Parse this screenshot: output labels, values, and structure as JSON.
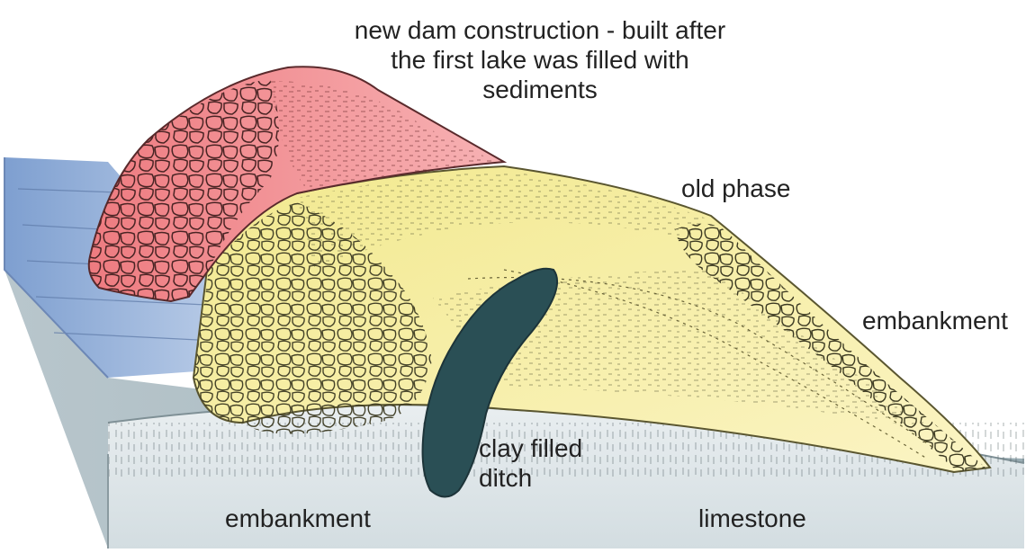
{
  "labels": {
    "title_line1": "new dam construction - built after",
    "title_line2": "the first lake was filled with",
    "title_line3": "sediments",
    "old_phase": "old phase",
    "embankment_right": "embankment",
    "clay_line1": "clay filled",
    "clay_line2": "ditch",
    "embankment_left": "embankment",
    "limestone": "limestone"
  },
  "colors": {
    "new_dam": "#f08a8e",
    "old_dam": "#f4ec9c",
    "clay": "#2a4f55",
    "limestone": "#c9d4d8",
    "water": "#9bb6dc"
  }
}
